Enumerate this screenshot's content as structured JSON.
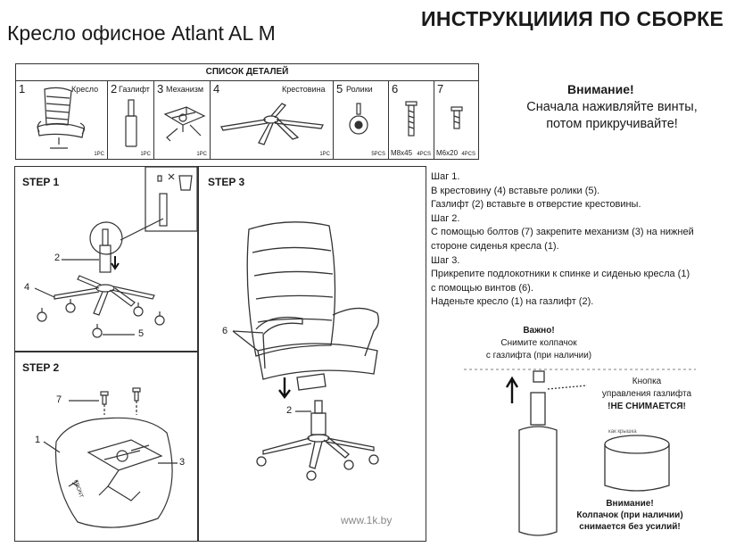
{
  "header": {
    "product_title": "Кресло офисное Atlant AL M",
    "instructions_title": "ИНСТРУКЦИИИЯ ПО СБОРКЕ"
  },
  "parts_list": {
    "title": "СПИСОК ДЕТАЛЕЙ",
    "items": [
      {
        "num": "1",
        "name": "Кресло",
        "qty": "1PC",
        "size": ""
      },
      {
        "num": "2",
        "name": "Газлифт",
        "qty": "1PC",
        "size": ""
      },
      {
        "num": "3",
        "name": "Механизм",
        "qty": "1PC",
        "size": ""
      },
      {
        "num": "4",
        "name": "Крестовина",
        "qty": "1PC",
        "size": ""
      },
      {
        "num": "5",
        "name": "Ролики",
        "qty": "5PCS",
        "size": ""
      },
      {
        "num": "6",
        "name": "",
        "qty": "4PCS",
        "size": "M8x45"
      },
      {
        "num": "7",
        "name": "",
        "qty": "4PCS",
        "size": "M6x20"
      }
    ]
  },
  "attention": {
    "title": "Внимание!",
    "line1": "Сначала наживляйте винты,",
    "line2": "потом прикручивайте!"
  },
  "steps": {
    "step1": {
      "label": "STEP 1",
      "callout_2": "2",
      "callout_4": "4",
      "callout_5": "5"
    },
    "step2": {
      "label": "STEP 2",
      "callout_7": "7",
      "callout_1": "1",
      "callout_3": "3",
      "front_label": "FRONT"
    },
    "step3": {
      "label": "STEP 3",
      "callout_6": "6",
      "callout_2": "2"
    }
  },
  "instructions": [
    "Шаг 1.",
    "В крестовину (4) вставьте ролики (5).",
    "Газлифт (2) вставьте в отверстие крестовины.",
    "Шаг 2.",
    "С помощью болтов (7) закрепите механизм (3) на нижней",
    "стороне сиденья кресла (1).",
    "Шаг 3.",
    "Прикрепите подлокотники к спинке и сиденью кресла (1)",
    "с помощью винтов (6).",
    "Наденьте кресло (1) на газлифт (2)."
  ],
  "gaslift_notes": {
    "important": "Важно!",
    "remove_cap_1": "Снимите колпачок",
    "remove_cap_2": "с газлифта (при наличии)",
    "button_1": "Кнопка",
    "button_2": "управления газлифта",
    "button_3": "!НЕ СНИМАЕТСЯ!",
    "cap_label": "как крышка",
    "warn_title": "Внимание!",
    "warn_1": "Колпачок (при наличии)",
    "warn_2": "снимается без усилий!"
  },
  "watermark": "www.1k.by"
}
